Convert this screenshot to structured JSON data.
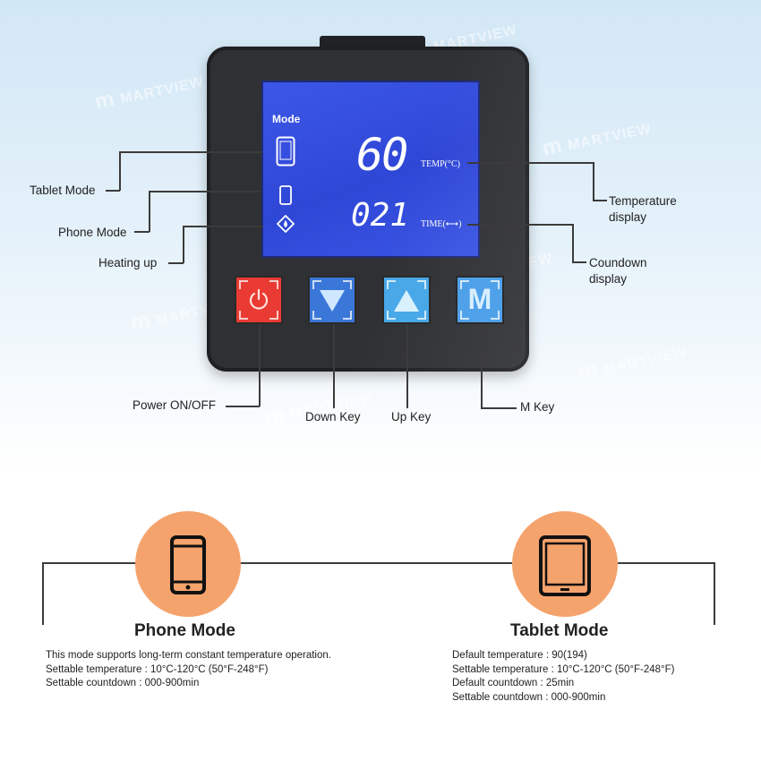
{
  "watermark": "MARTVIEW",
  "lcd": {
    "mode_label": "Mode",
    "temperature_value": "60",
    "temperature_label": "TEMP(°C)",
    "time_value": "021",
    "time_label": "TIME(⟷)"
  },
  "keys": {
    "m_label": "M"
  },
  "callouts": {
    "tablet_mode": "Tablet Mode",
    "phone_mode": "Phone Mode",
    "heating_up": "Heating up",
    "temperature_display_1": "Temperature",
    "temperature_display_2": "display",
    "countdown_display_1": "Coundown",
    "countdown_display_2": "display",
    "power": "Power ON/OFF",
    "down_key": "Down Key",
    "up_key": "Up Key",
    "m_key": "M Key"
  },
  "modes": {
    "phone": {
      "title": "Phone Mode",
      "lines": [
        "This mode supports long-term constant temperature operation.",
        "Settable temperature : 10°C-120°C (50°F-248°F)",
        "Settable countdown : 000-900min"
      ]
    },
    "tablet": {
      "title": "Tablet Mode",
      "lines": [
        "Default temperature : 90(194)",
        "Settable temperature : 10°C-120°C (50°F-248°F)",
        "Default countdown : 25min",
        "Settable countdown : 000-900min"
      ]
    }
  },
  "colors": {
    "lcd": "#3a52e2",
    "power_key": "#e93b33",
    "down_key": "#3a77d8",
    "up_key": "#48a8e8",
    "m_key": "#4fa2ea",
    "mode_circle": "#f5a36c",
    "device_body": "#2f3033"
  }
}
